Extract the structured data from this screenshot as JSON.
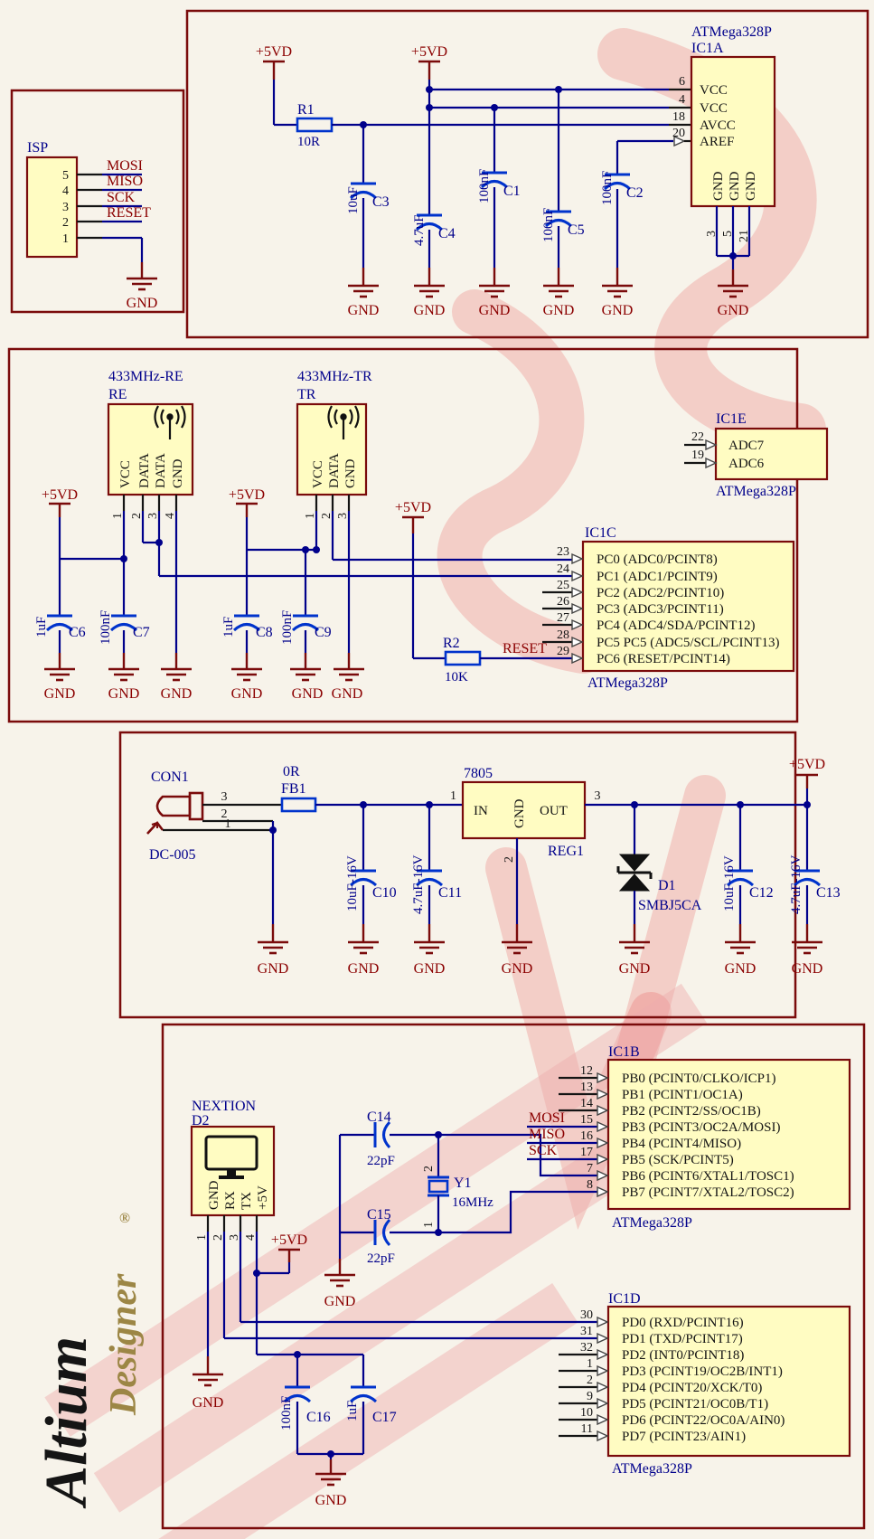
{
  "palette": {
    "background": "#F7F3EA",
    "section_border": "#7A0B0B",
    "wire_blue": "#00008B",
    "component_blue": "#0033CC",
    "net_label_red": "#8B0000",
    "component_fill": "#FFFCC2",
    "designator_blue": "#00008B",
    "watermark_red": "#E43E3E",
    "logo_gold": "#9C8645"
  },
  "isp": {
    "title": "ISP",
    "pin_numbers": [
      "5",
      "4",
      "3",
      "2",
      "1"
    ],
    "nets": [
      "MOSI",
      "MISO",
      "SCK",
      "RESET"
    ],
    "gnd": "GND"
  },
  "mcu": {
    "part": "ATMega328P",
    "ref": "IC1A",
    "power_net": "+5VD",
    "left_pins": [
      {
        "num": "6",
        "name": "VCC"
      },
      {
        "num": "4",
        "name": "VCC"
      },
      {
        "num": "18",
        "name": "AVCC"
      },
      {
        "num": "20",
        "name": "AREF"
      }
    ],
    "gnd_pin_numbers": [
      "3",
      "5",
      "21"
    ],
    "gnd_pin_names": [
      "GND",
      "GND",
      "GND"
    ],
    "r1": {
      "ref": "R1",
      "value": "10R"
    },
    "caps": [
      {
        "ref": "C3",
        "value": "10uF"
      },
      {
        "ref": "C4",
        "value": "4.7uF"
      },
      {
        "ref": "C1",
        "value": "100nF"
      },
      {
        "ref": "C5",
        "value": "100nF"
      },
      {
        "ref": "C2",
        "value": "100nF"
      }
    ],
    "gnd": "GND"
  },
  "radio": {
    "power_net": "+5VD",
    "reset_net": "RESET",
    "gnd": "GND",
    "re": {
      "title": "433MHz-RE",
      "ref": "RE",
      "pin_names": [
        "VCC",
        "DATA",
        "DATA",
        "GND"
      ],
      "pin_numbers": [
        "1",
        "2",
        "3",
        "4"
      ]
    },
    "tr": {
      "title": "433MHz-TR",
      "ref": "TR",
      "pin_names": [
        "VCC",
        "DATA",
        "GND"
      ],
      "pin_numbers": [
        "1",
        "2",
        "3"
      ]
    },
    "caps": [
      {
        "ref": "C6",
        "value": "1uF"
      },
      {
        "ref": "C7",
        "value": "100nF"
      },
      {
        "ref": "C8",
        "value": "1uF"
      },
      {
        "ref": "C9",
        "value": "100nF"
      }
    ],
    "r2": {
      "ref": "R2",
      "value": "10K"
    },
    "ic1e": {
      "ref": "IC1E",
      "part": "ATMega328P",
      "pins": [
        {
          "num": "22",
          "name": "ADC7"
        },
        {
          "num": "19",
          "name": "ADC6"
        }
      ]
    },
    "ic1c": {
      "ref": "IC1C",
      "part": "ATMega328P",
      "pins": [
        {
          "num": "23",
          "name": "PC0 (ADC0/PCINT8)"
        },
        {
          "num": "24",
          "name": "PC1 (ADC1/PCINT9)"
        },
        {
          "num": "25",
          "name": "PC2 (ADC2/PCINT10)"
        },
        {
          "num": "26",
          "name": "PC3 (ADC3/PCINT11)"
        },
        {
          "num": "27",
          "name": "PC4 (ADC4/SDA/PCINT12)"
        },
        {
          "num": "28",
          "name": "PC5 PC5 (ADC5/SCL/PCINT13)"
        },
        {
          "num": "29",
          "name": "PC6 (RESET/PCINT14)"
        }
      ]
    }
  },
  "psu": {
    "power_net": "+5VD",
    "gnd": "GND",
    "con1": {
      "ref": "CON1",
      "part": "DC-005",
      "pin_numbers": [
        "3",
        "2",
        "1"
      ]
    },
    "fb1": {
      "value": "0R",
      "ref": "FB1"
    },
    "reg": {
      "part": "7805",
      "ref": "REG1",
      "pin_in": "IN",
      "pin_gnd": "GND",
      "pin_out": "OUT",
      "num_in": "1",
      "num_gnd": "2",
      "num_out": "3"
    },
    "caps": [
      {
        "ref": "C10",
        "value": "10uF-16V"
      },
      {
        "ref": "C11",
        "value": "4.7uF-16V"
      },
      {
        "ref": "C12",
        "value": "10uF-16V"
      },
      {
        "ref": "C13",
        "value": "4.7uF-16V"
      }
    ],
    "d1": {
      "ref": "D1",
      "part": "SMBJ5CA"
    }
  },
  "io": {
    "power_net": "+5VD",
    "gnd": "GND",
    "nets": [
      "MOSI",
      "MISO",
      "SCK"
    ],
    "nextion": {
      "title": "NEXTION",
      "ref": "D2",
      "pin_names": [
        "GND",
        "RX",
        "TX",
        "+5V"
      ],
      "pin_numbers": [
        "1",
        "2",
        "3",
        "4"
      ]
    },
    "caps": [
      {
        "ref": "C14",
        "value": "22pF"
      },
      {
        "ref": "C15",
        "value": "22pF"
      },
      {
        "ref": "C16",
        "value": "100nF"
      },
      {
        "ref": "C17",
        "value": "1uF"
      }
    ],
    "y1": {
      "ref": "Y1",
      "value": "16MHz",
      "pin_numbers": [
        "2",
        "1"
      ]
    },
    "ic1b": {
      "ref": "IC1B",
      "part": "ATMega328P",
      "pins": [
        {
          "num": "12",
          "name": "PB0 (PCINT0/CLKO/ICP1)"
        },
        {
          "num": "13",
          "name": "PB1 (PCINT1/OC1A)"
        },
        {
          "num": "14",
          "name": "PB2 (PCINT2/SS/OC1B)"
        },
        {
          "num": "15",
          "name": "PB3 (PCINT3/OC2A/MOSI)"
        },
        {
          "num": "16",
          "name": "PB4 (PCINT4/MISO)"
        },
        {
          "num": "17",
          "name": "PB5 (SCK/PCINT5)"
        },
        {
          "num": "7",
          "name": "PB6 (PCINT6/XTAL1/TOSC1)"
        },
        {
          "num": "8",
          "name": "PB7 (PCINT7/XTAL2/TOSC2)"
        }
      ]
    },
    "ic1d": {
      "ref": "IC1D",
      "part": "ATMega328P",
      "pins": [
        {
          "num": "30",
          "name": "PD0 (RXD/PCINT16)"
        },
        {
          "num": "31",
          "name": "PD1 (TXD/PCINT17)"
        },
        {
          "num": "32",
          "name": "PD2 (INT0/PCINT18)"
        },
        {
          "num": "1",
          "name": "PD3 (PCINT19/OC2B/INT1)"
        },
        {
          "num": "2",
          "name": "PD4 (PCINT20/XCK/T0)"
        },
        {
          "num": "9",
          "name": "PD5 (PCINT21/OC0B/T1)"
        },
        {
          "num": "10",
          "name": "PD6 (PCINT22/OC0A/AIN0)"
        },
        {
          "num": "11",
          "name": "PD7 (PCINT23/AIN1)"
        }
      ]
    }
  },
  "logo": {
    "brand": "Altium",
    "product": "Designer",
    "reg": "®"
  }
}
